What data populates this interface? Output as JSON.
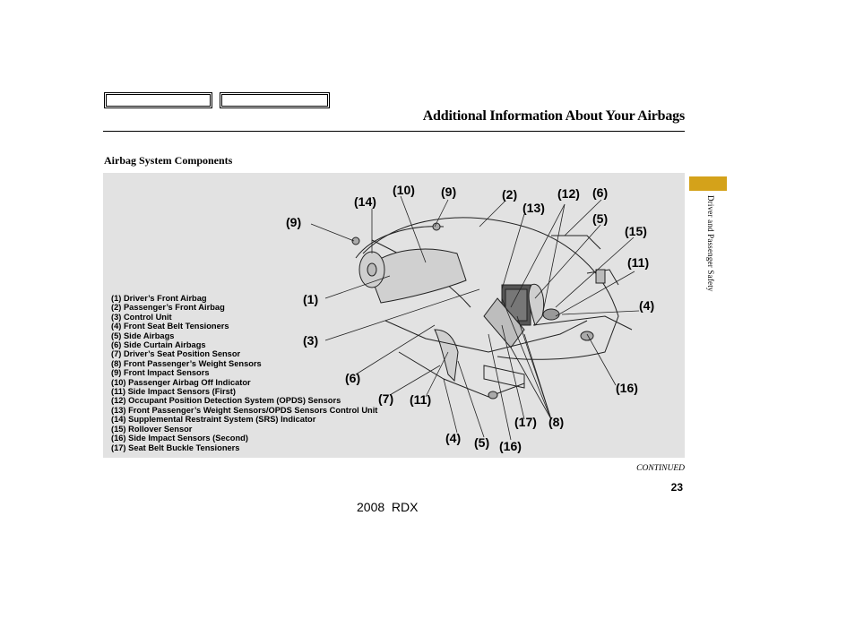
{
  "header": {
    "title": "Additional Information About Your Airbags"
  },
  "section": {
    "heading": "Airbag System Components"
  },
  "legend": [
    "(1) Driver’s Front Airbag",
    "(2) Passenger’s Front Airbag",
    "(3) Control Unit",
    "(4) Front Seat Belt Tensioners",
    "(5) Side Airbags",
    "(6) Side Curtain Airbags",
    "(7) Driver’s Seat Position Sensor",
    "(8) Front Passenger’s Weight Sensors",
    "(9) Front Impact Sensors",
    "(10) Passenger Airbag Off Indicator",
    "(11) Side Impact Sensors (First)",
    "(12) Occupant Position Detection System (OPDS) Sensors",
    "(13) Front Passenger’s Weight Sensors/OPDS Sensors Control Unit",
    "(14) Supplemental Restraint System (SRS) Indicator",
    "(15) Rollover Sensor",
    "(16) Side Impact Sensors (Second)",
    "(17) Seat Belt Buckle Tensioners"
  ],
  "callouts": {
    "c10": "(10)",
    "c9a": "(9)",
    "c2": "(2)",
    "c12": "(12)",
    "c6a": "(6)",
    "c14": "(14)",
    "c13": "(13)",
    "c5a": "(5)",
    "c9b": "(9)",
    "c15": "(15)",
    "c11a": "(11)",
    "c1": "(1)",
    "c4a": "(4)",
    "c3": "(3)",
    "c6b": "(6)",
    "c16a": "(16)",
    "c7": "(7)",
    "c11b": "(11)",
    "c17": "(17)",
    "c8": "(8)",
    "c4b": "(4)",
    "c5b": "(5)",
    "c16b": "(16)"
  },
  "sidebar": {
    "chapter": "Driver and Passenger Safety",
    "tab_color": "#d4a21a"
  },
  "footer": {
    "continued": "CONTINUED",
    "page_number": "23",
    "model": "2008  RDX"
  }
}
